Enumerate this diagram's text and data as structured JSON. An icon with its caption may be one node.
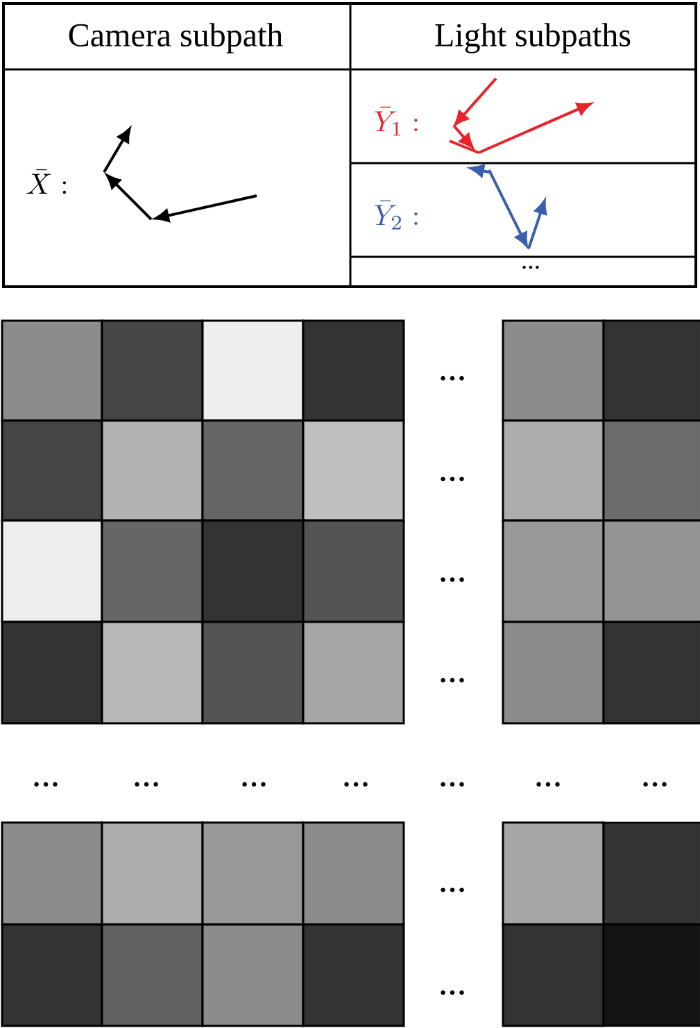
{
  "diagram": {
    "labels": [
      "Camera subpath",
      "Light subpaths",
      "\\bar{X}:",
      "\\bar{Y}_1:",
      "\\bar{Y}_2:",
      "…",
      "…",
      "…",
      "…",
      "…",
      "…",
      "…",
      "…",
      "…",
      "…",
      "…",
      "…",
      "…",
      "…"
    ]
  }
}
